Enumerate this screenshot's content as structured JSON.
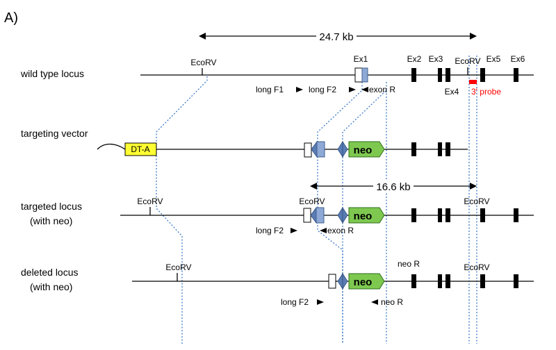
{
  "panel_label": "A)",
  "rows": {
    "wild_type": "wild type locus",
    "vector": "targeting vector",
    "targeted_1": "targeted locus",
    "targeted_2": "(with neo)",
    "deleted_1": "deleted locus",
    "deleted_2": "(with neo)"
  },
  "measurements": {
    "top": "24.7 kb",
    "middle": "16.6 kb"
  },
  "exons": {
    "ex1": "Ex1",
    "ex2": "Ex2",
    "ex3": "Ex3",
    "ex4": "Ex4",
    "ex5": "Ex5",
    "ex6": "Ex6"
  },
  "sites": {
    "ecorv": "EcoRV"
  },
  "probe": {
    "label": "3' probe",
    "color": "#ff0000"
  },
  "primers": {
    "long_f1": "long F1",
    "long_f2": "long F2",
    "exon_r": "exon R",
    "neo_r": "neo R"
  },
  "cassettes": {
    "neo": "neo",
    "dta": "DT-A"
  },
  "colors": {
    "dotted_line": "#3a78c8",
    "neo_fill": "#7ec850",
    "dta_fill": "#ffff33",
    "exon1_fill": "#8ea9d6"
  }
}
